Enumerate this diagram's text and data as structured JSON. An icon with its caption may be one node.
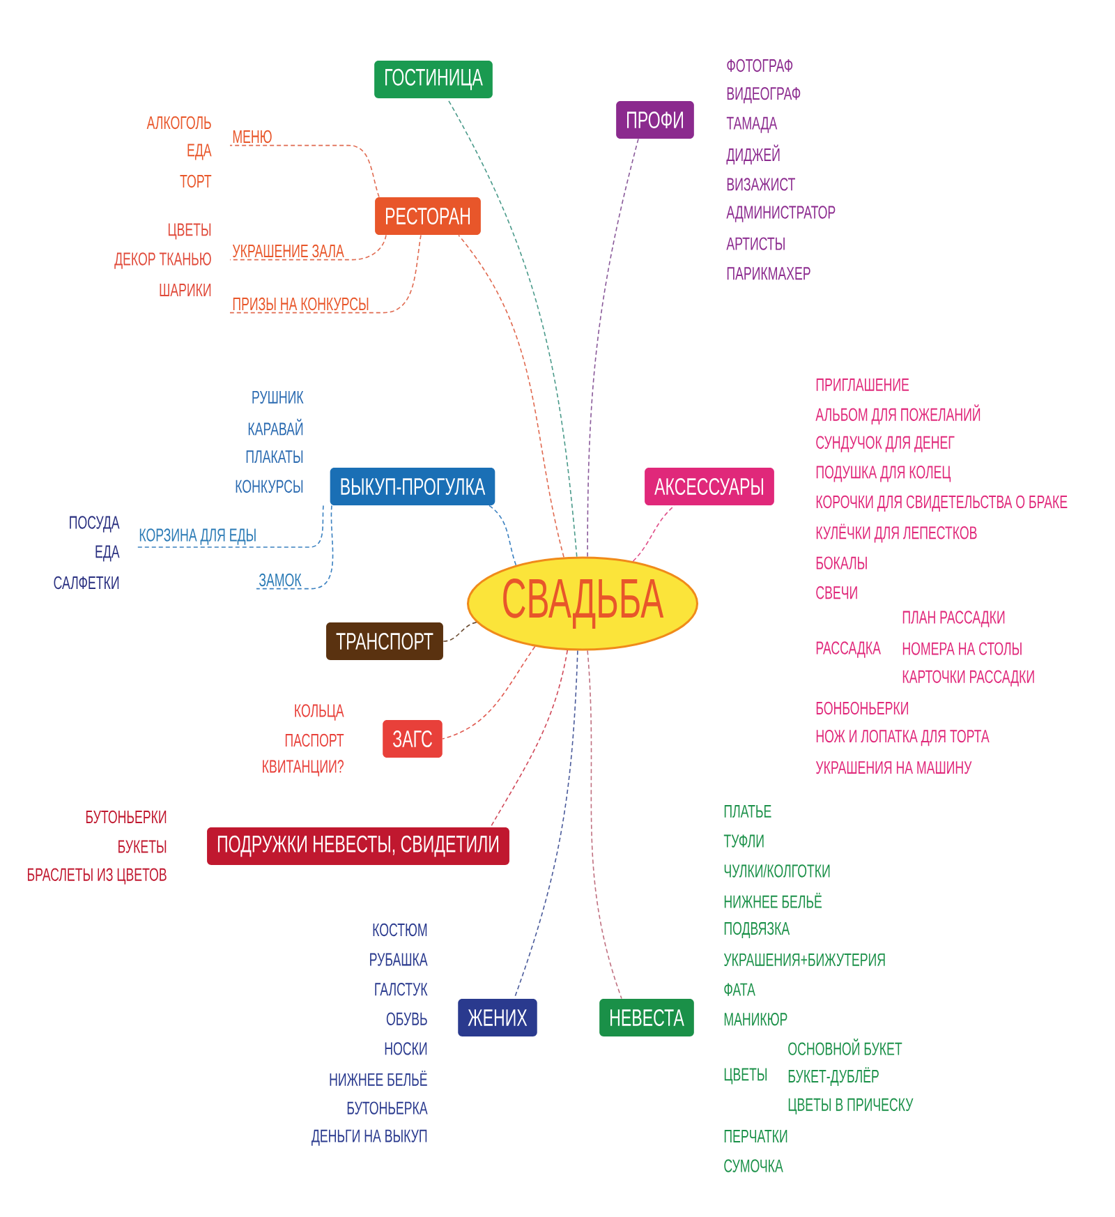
{
  "diagram": {
    "nodes": [
      {
        "text": [
          "СВАДЬБА"
        ]
      },
      {
        "text": [
          "ГОСТИНИЦА"
        ]
      },
      {
        "text": [
          "ПРОФИ"
        ],
        "beside": [
          "ФОТОГРАФ",
          "ВИДЕОГРАФ",
          "ТАМАДА",
          "ДИДЖЕЙ",
          "ВИЗАЖИСТ",
          "АДМИНИСТРАТОР",
          "АРТИСТЫ",
          "ПАРИКМАХЕР"
        ]
      },
      {
        "text": [
          "РЕСТОРАН"
        ]
      },
      {
        "text": [
          "ВЫКУП-ПРОГУЛКА"
        ],
        "beside": [
          "РУШНИК",
          "КАРАВАЙ",
          "ПЛАКАТЫ",
          "КОНКУРСЫ"
        ]
      },
      {
        "text": [
          "АКСЕССУАРЫ"
        ],
        "beside": [
          "ПРИГЛАШЕНИЕ",
          "АЛЬБОМ ДЛЯ ПОЖЕЛАНИЙ",
          "СУНДУЧОК ДЛЯ ДЕНЕГ",
          "ПОДУШКА ДЛЯ КОЛЕЦ",
          "КОРОЧКИ ДЛЯ СВИДЕТЕЛЬСТВА О БРАКЕ",
          "КУЛЁЧКИ ДЛЯ ЛЕПЕСТКОВ",
          "БОКАЛЫ",
          "СВЕЧИ",
          "РАССАДКА",
          "ПЛАН РАССАДКИ",
          "НОМЕРА НА СТОЛЫ",
          "КАРТОЧКИ РАССАДКИ",
          "БОНБОНЬЕРКИ",
          "НОЖ И ЛОПАТКА ДЛЯ ТОРТА",
          "УКРАШЕНИЯ НА МАШИНУ"
        ]
      },
      {
        "text": [
          "ТРАНСПОРТ"
        ]
      },
      {
        "text": [
          "ЗАГС"
        ],
        "beside": [
          "КОЛЬЦА",
          "ПАСПОРТ",
          "КВИТАНЦИИ?"
        ]
      },
      {
        "text": [
          "ПОДРУЖКИ НЕВЕСТЫ, СВИДЕТИЛИ"
        ],
        "beside": [
          "БУТОНЬЕРКИ",
          "БУКЕТЫ",
          "БРАСЛЕТЫ ИЗ ЦВЕТОВ"
        ]
      },
      {
        "text": [
          "ЖЕНИХ"
        ],
        "beside": [
          "КОСТЮМ",
          "РУБАШКА",
          "ГАЛСТУК",
          "ОБУВЬ",
          "НОСКИ",
          "НИЖНЕЕ БЕЛЬЁ",
          "БУТОНЬЕРКА",
          "ДЕНЬГИ НА ВЫКУП"
        ]
      },
      {
        "text": [
          "НЕВЕСТА"
        ],
        "beside": [
          "ПЛАТЬЕ",
          "ТУФЛИ",
          "ЧУЛКИ/КОЛГОТКИ",
          "НИЖНЕЕ БЕЛЬЁ",
          "ПОДВЯЗКА",
          "УКРАШЕНИЯ+БИЖУТЕРИЯ",
          "ФАТА",
          "МАНИКЮР",
          "ЦВЕТЫ",
          "ОСНОВНОЙ БУКЕТ",
          "БУКЕТ-ДУБЛЁР",
          "ЦВЕТЫ В ПРИЧЕСКУ",
          "ПЕРЧАТКИ",
          "СУМОЧКА"
        ]
      },
      {
        "text": [
          "МЕНЮ"
        ],
        "beside": [
          "АЛКОГОЛЬ",
          "ЕДА",
          "ТОРТ"
        ]
      },
      {
        "text": [
          "УКРАШЕНИЕ ЗАЛА"
        ],
        "beside": [
          "ЦВЕТЫ",
          "ДЕКОР ТКАНЬЮ",
          "ШАРИКИ"
        ]
      },
      {
        "text": [
          "ПРИЗЫ НА КОНКУРСЫ"
        ]
      },
      {
        "text": [
          "КОРЗИНА ДЛЯ ЕДЫ"
        ],
        "beside": [
          "ПОСУДА",
          "ЕДА",
          "САЛФЕТКИ"
        ]
      },
      {
        "text": [
          "ЗАМОК"
        ]
      }
    ],
    "edges": [
      {
        "from": 0,
        "to": 1,
        "arrow": "none",
        "style": "dashed",
        "color": "#4a9a8a"
      },
      {
        "from": 0,
        "to": 2,
        "arrow": "none",
        "style": "dashed",
        "color": "#8a5a9a"
      },
      {
        "from": 0,
        "to": 3,
        "arrow": "none",
        "style": "dashed",
        "color": "#e06a50"
      },
      {
        "from": 0,
        "to": 4,
        "arrow": "none",
        "style": "dashed",
        "color": "#3a80c0"
      },
      {
        "from": 0,
        "to": 5,
        "arrow": "none",
        "style": "dashed",
        "color": "#e0508a"
      },
      {
        "from": 0,
        "to": 6,
        "arrow": "none",
        "style": "dashed",
        "color": "#6a4a30"
      },
      {
        "from": 0,
        "to": 7,
        "arrow": "none",
        "style": "dashed",
        "color": "#e05a50"
      },
      {
        "from": 0,
        "to": 8,
        "arrow": "none",
        "style": "dashed",
        "color": "#d04a5a"
      },
      {
        "from": 0,
        "to": 9,
        "arrow": "none",
        "style": "dashed",
        "color": "#4a5a9a"
      },
      {
        "from": 0,
        "to": 10,
        "arrow": "none",
        "style": "dashed",
        "color": "#c07080"
      },
      {
        "from": 3,
        "to": 11,
        "arrow": "none",
        "style": "dashed",
        "color": "#e06a50"
      },
      {
        "from": 3,
        "to": 12,
        "arrow": "none",
        "style": "dashed",
        "color": "#e06a50"
      },
      {
        "from": 3,
        "to": 13,
        "arrow": "none",
        "style": "dashed",
        "color": "#e06a50"
      },
      {
        "from": 4,
        "to": 14,
        "arrow": "none",
        "style": "dashed",
        "color": "#3a80c0"
      },
      {
        "from": 4,
        "to": 15,
        "arrow": "none",
        "style": "dashed",
        "color": "#3a80c0"
      }
    ]
  }
}
